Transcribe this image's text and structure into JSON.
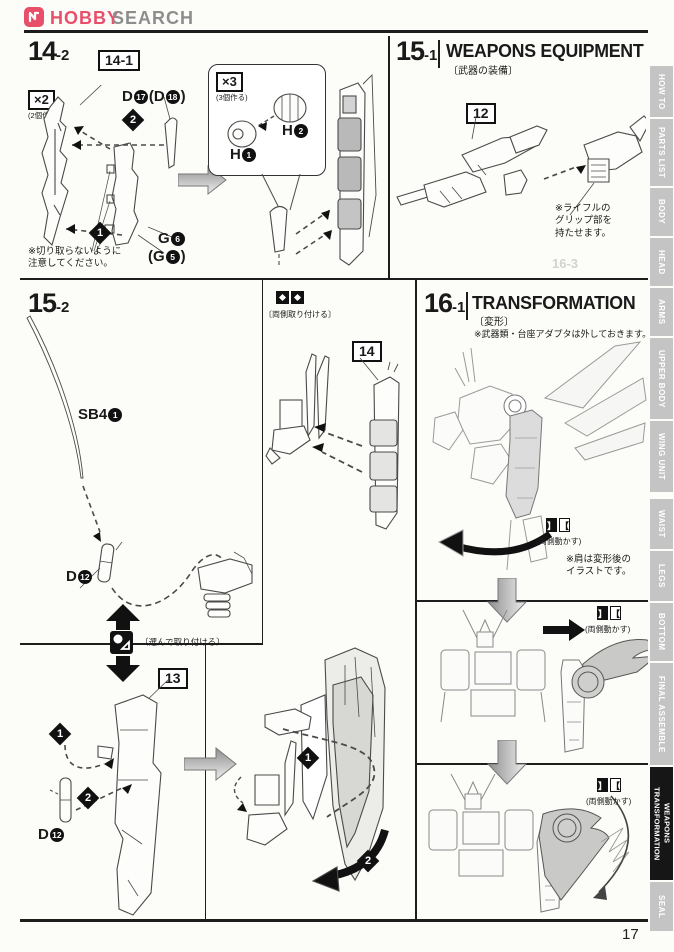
{
  "header": {
    "logo_hobby": "HOBBY",
    "logo_search": "SEARCH"
  },
  "page_number": "17",
  "ghost_text": "16-3",
  "colors": {
    "brand_pink": "#e8506a",
    "logo_gray": "#8d8d8d",
    "tab_gray": "#c4c4c4",
    "tab_active": "#161616",
    "line_black": "#1d1d1d"
  },
  "icons": {
    "select_icon": "choose-one-icon",
    "both_sides_icon": "attach-both-sides-icon",
    "move_icon": "move-both-sides-icon"
  },
  "s14_2": {
    "num": "14",
    "suffix": "-2",
    "qty": "×2",
    "qty_note": "(2個作る)",
    "ref": "14-1",
    "part_d_letter": "D",
    "part_d_n1": "17",
    "part_d_mid": "(D",
    "part_d_n2": "18",
    "part_d_close": ")",
    "step1": "1",
    "step2": "2",
    "part_g_letter": "G",
    "part_g_n": "6",
    "part_g2_open": "(G",
    "part_g2_n": "5",
    "part_g2_close": ")",
    "note": "※切り取らないように\n注意してください。",
    "inset_qty": "×3",
    "inset_qty_note": "(3個作る)",
    "h1_letter": "H",
    "h1_n": "1",
    "h2_letter": "H",
    "h2_n": "2"
  },
  "s15_1": {
    "num": "15",
    "suffix": "-1",
    "title": "WEAPONS EQUIPMENT",
    "subtitle": "〔武器の装備〕",
    "ref": "12",
    "note": "※ライフルの\nグリップ部を\n持たせます。"
  },
  "s15_2": {
    "num": "15",
    "suffix": "-2",
    "both_sides_label": "〔両側取り付ける〕",
    "ref14": "14",
    "sb4_label": "SB4",
    "sb4_n": "1",
    "d12_letter": "D",
    "d12_n": "12",
    "select_label": "〔選んで取り付ける〕",
    "ref13": "13",
    "d12b_letter": "D",
    "d12b_n": "12",
    "step1": "1",
    "step2": "2"
  },
  "s16_1": {
    "num": "16",
    "suffix": "-1",
    "title": "TRANSFORMATION",
    "subtitle": "〔変形〕",
    "note": "※武器類・台座アダプタは外しておきます。",
    "move1": "(両側動かす)",
    "move2": "(両側動かす)",
    "move3": "(両側動かす)",
    "bracket_l": "】",
    "bracket_r": "【",
    "shoulder_note": "※肩は変形後の\nイラストです。"
  },
  "sidebar": {
    "tabs": [
      {
        "label": "HOW TO",
        "active": false
      },
      {
        "label": "PARTS LIST",
        "active": false
      },
      {
        "label": "BODY",
        "active": false
      },
      {
        "label": "HEAD",
        "active": false
      },
      {
        "label": "ARMS",
        "active": false
      },
      {
        "label": "UPPER BODY",
        "active": false
      },
      {
        "label": "WING UNIT",
        "active": false
      },
      {
        "label": "WAIST",
        "active": false
      },
      {
        "label": "LEGS",
        "active": false
      },
      {
        "label": "BOTTOM",
        "active": false
      },
      {
        "label": "FINAL ASSEMBLE",
        "active": false
      },
      {
        "label": "WEAPONS\nTRANSFORMATION",
        "active": true
      },
      {
        "label": "SEAL",
        "active": false
      }
    ]
  }
}
